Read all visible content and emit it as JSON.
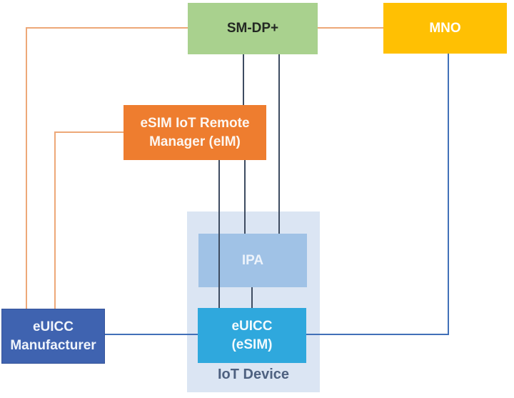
{
  "diagram": {
    "nodes": {
      "sm_dp": {
        "label": "SM-DP+",
        "color": "#A9D18E",
        "text_color": "#232823"
      },
      "mno": {
        "label": "MNO",
        "color": "#FFC003",
        "text_color": "#FFFFFF"
      },
      "eim": {
        "label": "eSIM IoT Remote\nManager (eIM)",
        "color": "#EE7D2F",
        "text_color": "#FFFFFF"
      },
      "ipa": {
        "label": "IPA",
        "color": "#A0C2E6",
        "text_color": "#EDF3FB"
      },
      "euicc": {
        "label": "eUICC\n(eSIM)",
        "color": "#2FA8DD",
        "text_color": "#FFFFFF"
      },
      "iot_device": {
        "label": "IoT Device",
        "color": "#DBE5F3",
        "text_color": "#4E6180"
      },
      "euicc_manufacturer": {
        "label": "eUICC\nManufacturer",
        "color": "#3F63B0",
        "text_color": "#FFFFFF"
      }
    },
    "connection_colors": {
      "orange": "#EDA878",
      "dark": "#3E4C61",
      "blue": "#4170B8"
    },
    "connections": [
      {
        "from": "SM-DP+",
        "to": "eUICC Manufacturer",
        "color": "#EDA878"
      },
      {
        "from": "eSIM IoT Remote Manager (eIM)",
        "to": "eUICC Manufacturer",
        "color": "#EDA878"
      },
      {
        "from": "SM-DP+",
        "to": "MNO",
        "color": "#EDA878"
      },
      {
        "from": "SM-DP+",
        "to": "eSIM IoT Remote Manager (eIM)",
        "color": "#3E4C61"
      },
      {
        "from": "SM-DP+",
        "to": "IPA",
        "color": "#3E4C61"
      },
      {
        "from": "eSIM IoT Remote Manager (eIM)",
        "to": "IPA",
        "color": "#3E4C61"
      },
      {
        "from": "eSIM IoT Remote Manager (eIM)",
        "to": "eUICC (eSIM)",
        "color": "#3E4C61"
      },
      {
        "from": "IPA",
        "to": "eUICC (eSIM)",
        "color": "#3E4C61"
      },
      {
        "from": "MNO",
        "to": "eUICC (eSIM)",
        "color": "#4170B8"
      },
      {
        "from": "eUICC Manufacturer",
        "to": "eUICC (eSIM)",
        "color": "#4170B8"
      }
    ]
  }
}
